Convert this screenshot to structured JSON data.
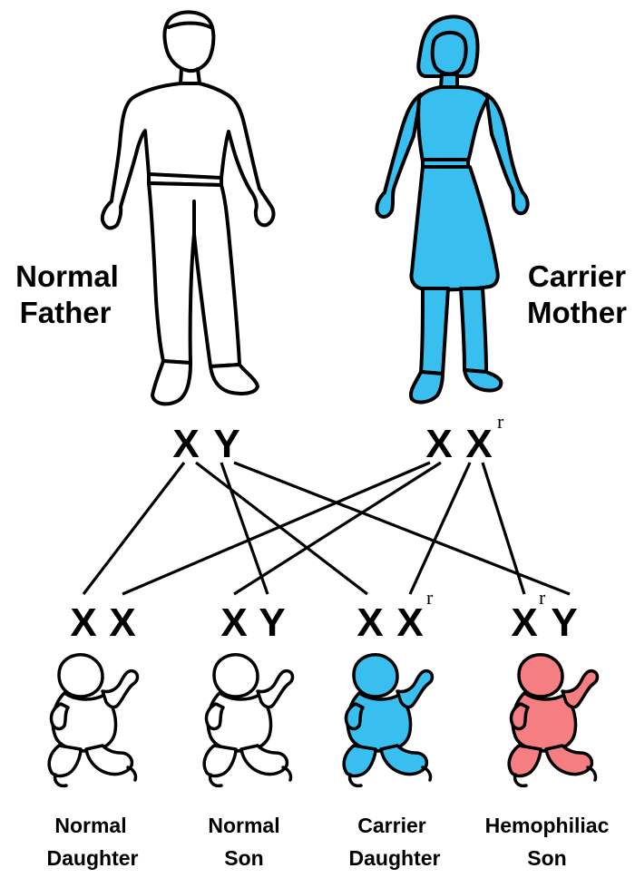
{
  "colors": {
    "normal_fill": "#ffffff",
    "carrier_fill": "#38bff0",
    "hemophiliac_fill": "#f47e82",
    "outline": "#000000"
  },
  "father": {
    "label_line1": "Normal",
    "label_line2": "Father",
    "allele1": "X",
    "allele2": "Y",
    "allele2_sup": ""
  },
  "mother": {
    "label_line1": "Carrier",
    "label_line2": "Mother",
    "allele1": "X",
    "allele2": "X",
    "allele2_sup": "r"
  },
  "children": [
    {
      "label_line1": "Normal",
      "label_line2": "Daughter",
      "allele1": "X",
      "allele1_sup": "",
      "allele2": "X",
      "allele2_sup": "",
      "status": "normal"
    },
    {
      "label_line1": "Normal",
      "label_line2": "Son",
      "allele1": "X",
      "allele1_sup": "",
      "allele2": "Y",
      "allele2_sup": "",
      "status": "normal"
    },
    {
      "label_line1": "Carrier",
      "label_line2": "Daughter",
      "allele1": "X",
      "allele1_sup": "",
      "allele2": "X",
      "allele2_sup": "r",
      "status": "carrier"
    },
    {
      "label_line1": "Hemophiliac",
      "label_line2": "Son",
      "allele1": "X",
      "allele1_sup": "r",
      "allele2": "Y",
      "allele2_sup": "",
      "status": "hemophiliac"
    }
  ]
}
